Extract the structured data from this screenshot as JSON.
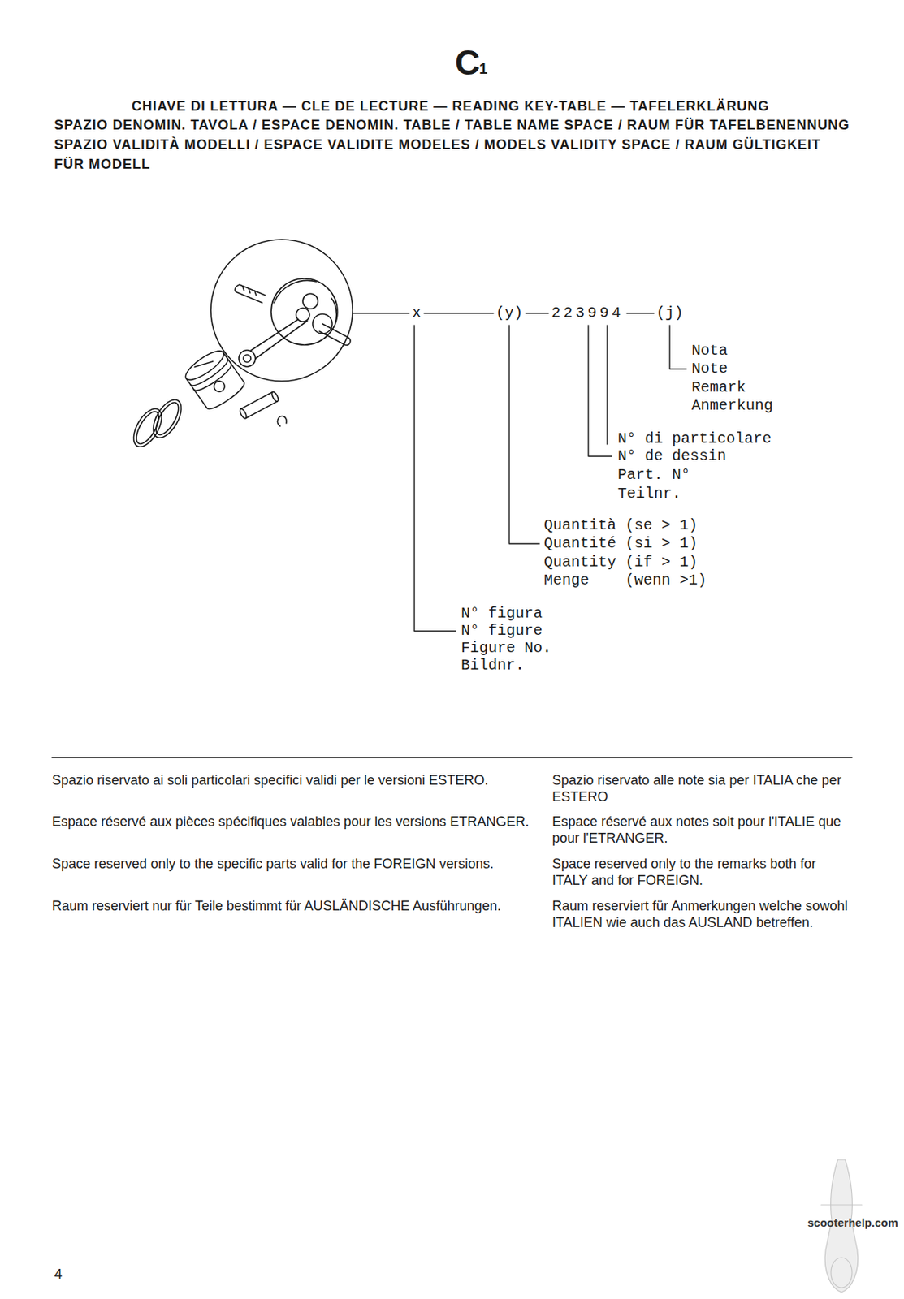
{
  "diagram": {
    "title": "C",
    "labels": [
      "1",
      "CHIAVE DI LETTURA — CLE DE LECTURE — READING KEY-TABLE — TAFELERKLÄRUNG",
      "SPAZIO DENOMIN. TAVOLA / ESPACE DENOMIN. TABLE / TABLE NAME SPACE / RAUM FÜR TAFELBENENNUNG",
      "SPAZIO VALIDITÀ MODELLI / ESPACE VALIDITE MODELES / MODELS VALIDITY SPACE / RAUM GÜLTIGKEIT FÜR MODELL",
      "x",
      "(y)",
      "223994",
      "(j)",
      "Nota",
      "Note",
      "Remark",
      "Anmerkung",
      "N° di particolare",
      "N° de dessin",
      "Part. N°",
      "Teilnr.",
      "Quantità (se > 1)",
      "Quantité (si > 1)",
      "Quantity (if > 1)",
      "Menge    (wenn >1)",
      "N° figura",
      "N° figure",
      "Figure No.",
      "Bildnr.",
      "Spazio riservato ai soli particolari specifici validi per le versioni ESTERO.",
      "Espace réservé aux pièces spécifiques valables pour les versions ETRANGER.",
      "Space reserved only to the specific parts valid for the FOREIGN versions.",
      "Raum reserviert nur für Teile bestimmt für AUSLÄNDISCHE Ausführungen.",
      "Spazio riservato alle note sia per ITALIA che per ESTERO",
      "Espace réservé aux notes soit pour l'ITALIE que pour l'ETRANGER.",
      "Space reserved only to the remarks both for ITALY and for FOREIGN.",
      "Raum reserviert für Anmerkungen welche sowohl ITALIEN wie auch das AUSLAND betreffen.",
      "4",
      "scooterhelp.com"
    ]
  }
}
